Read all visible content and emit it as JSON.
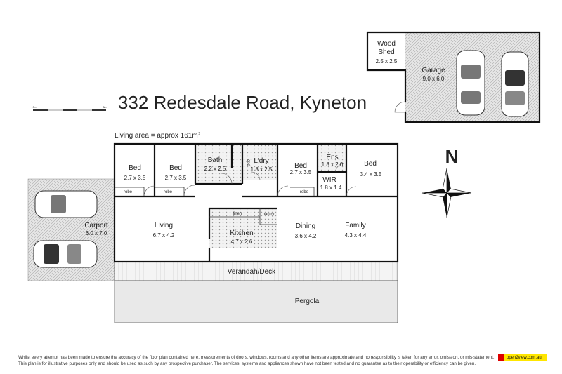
{
  "title": "332 Redesdale Road, Kyneton",
  "living_area": "Living area = approx 161m",
  "living_area_sup": "2",
  "scale_bar": {
    "start": "0m",
    "end": "5m"
  },
  "compass": {
    "label": "N",
    "icon": "compass-rose-icon"
  },
  "rooms": {
    "bed1": {
      "name": "Bed",
      "size": "2.7 x 3.5"
    },
    "bed2": {
      "name": "Bed",
      "size": "2.7 x 3.5"
    },
    "bath": {
      "name": "Bath",
      "size": "2.2 x 2.5"
    },
    "laundry": {
      "name": "L'dry",
      "size": "1.8 x 2.5"
    },
    "bed3": {
      "name": "Bed",
      "size": "2.7 x 3.5"
    },
    "ens": {
      "name": "Ens",
      "size": "1.8 x 2.0"
    },
    "wir": {
      "name": "WIR",
      "size": "1.8 x 1.4"
    },
    "bed4": {
      "name": "Bed",
      "size": "3.4 x 3.5"
    },
    "living": {
      "name": "Living",
      "size": "6.7 x 4.2"
    },
    "kitchen": {
      "name": "Kitchen",
      "size": "4.7 x 2.6"
    },
    "dining": {
      "name": "Dining",
      "size": "3.6 x 4.2"
    },
    "family": {
      "name": "Family",
      "size": "4.3 x 4.4"
    },
    "carport": {
      "name": "Carport",
      "size": "6.0 x 7.0"
    },
    "verandah": {
      "name": "Verandah/Deck"
    },
    "pergola": {
      "name": "Pergola"
    },
    "woodshed": {
      "name1": "Wood",
      "name2": "Shed",
      "size": "2.5 x 2.5"
    },
    "garage": {
      "name": "Garage",
      "size": "9.0 x 6.0"
    }
  },
  "fixtures": {
    "robe": "robe",
    "linen": "linen",
    "pantry": "pantry",
    "cpd": "cpd"
  },
  "disclaimer": [
    "Whilst every attempt has been made to ensure the accuracy of the floor plan contained here, measurements of doors, windows, rooms and any other items are approximate and no responsibility is taken for any error, omission, or mis-statement.",
    "This plan is for illustrative purposes only and should be used as such by any prospective purchaser. The services, systems and appliances shown have not been tested and no guarantee as to their operability or efficiency can be given."
  ],
  "logo": "open2view.com.au",
  "colors": {
    "hatch": "#cfcfcf",
    "wall": "#111111",
    "wet_area": "#e4e4e4",
    "logo_bg": "#ffe600"
  }
}
